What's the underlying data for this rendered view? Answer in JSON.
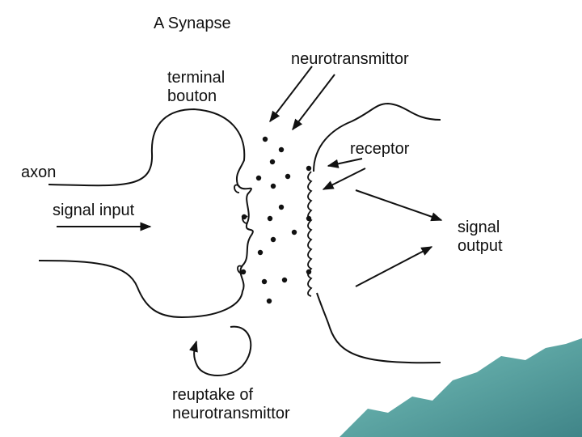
{
  "title": "A Synapse",
  "labels": {
    "neurotransmittor": "neurotransmittor",
    "terminal_bouton": [
      "terminal",
      "bouton"
    ],
    "receptor": "receptor",
    "axon": "axon",
    "signal_input": "signal input",
    "signal_output": [
      "signal",
      "output"
    ],
    "reuptake": [
      "reuptake of",
      "neurotransmittor"
    ]
  },
  "colors": {
    "ink": "#111111",
    "background": "#ffffff",
    "corner_decoration": "#2f8f8a"
  }
}
